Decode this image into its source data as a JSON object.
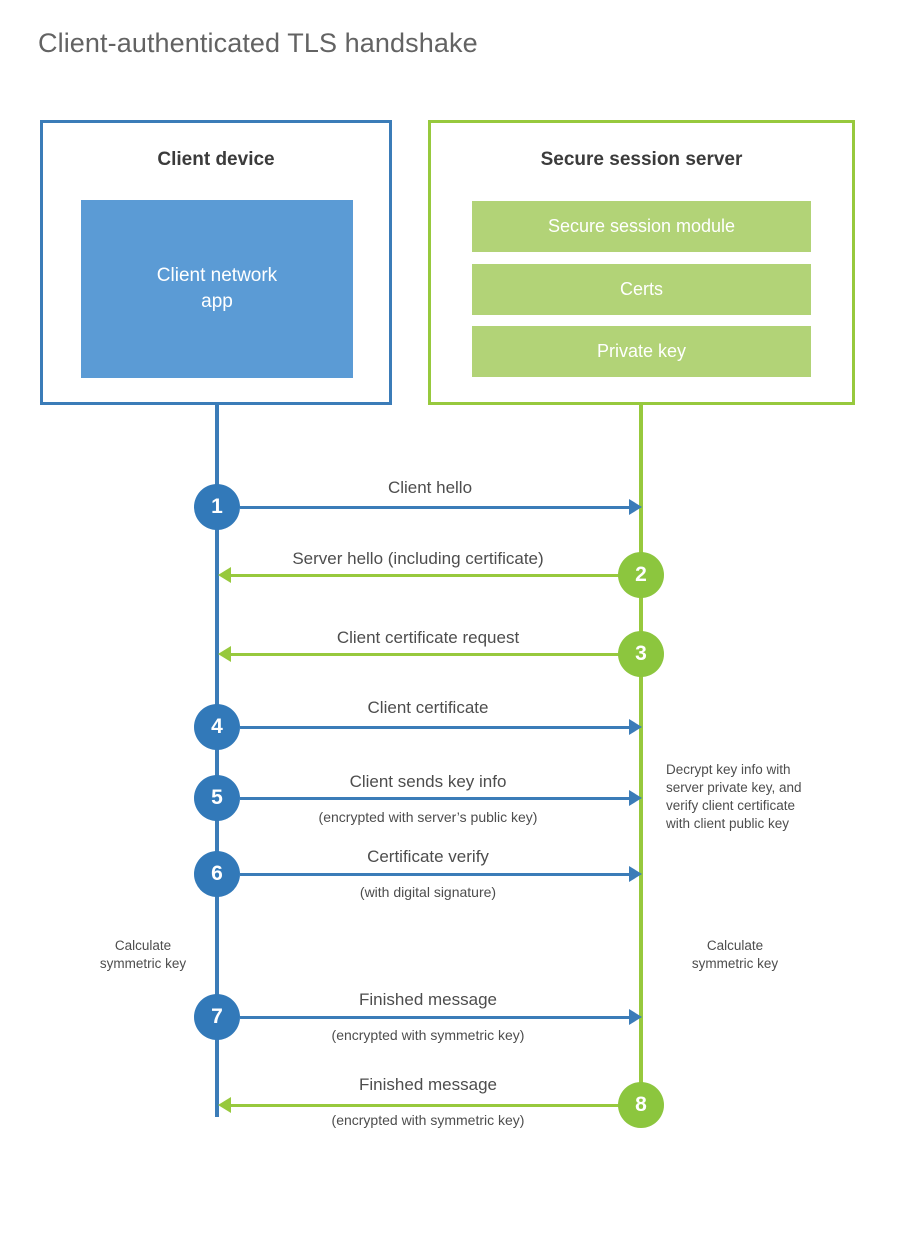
{
  "title": "Client-authenticated TLS handshake",
  "colors": {
    "client_accent": "#3b7cb8",
    "client_app_fill": "#5b9bd5",
    "server_accent": "#97c93d",
    "server_bar_fill": "#b2d377",
    "step_blue": "#3279b9",
    "step_green": "#8cc63e",
    "text": "#4d4d4d",
    "title_text": "#636363",
    "background": "#ffffff"
  },
  "client": {
    "title": "Client device",
    "app_label": "Client network\napp"
  },
  "server": {
    "title": "Secure session server",
    "bars": [
      {
        "label": "Secure session module"
      },
      {
        "label": "Certs"
      },
      {
        "label": "Private key"
      }
    ]
  },
  "steps": [
    {
      "number": "1",
      "label": "Client hello",
      "sublabel": "",
      "direction": "client-to-server",
      "color": "blue"
    },
    {
      "number": "2",
      "label": "Server hello (including certificate)",
      "sublabel": "",
      "direction": "server-to-client",
      "color": "green"
    },
    {
      "number": "3",
      "label": "Client certificate request",
      "sublabel": "",
      "direction": "server-to-client",
      "color": "green"
    },
    {
      "number": "4",
      "label": "Client certificate",
      "sublabel": "",
      "direction": "client-to-server",
      "color": "blue"
    },
    {
      "number": "5",
      "label": "Client sends key info",
      "sublabel": "(encrypted with server’s public key)",
      "direction": "client-to-server",
      "color": "blue"
    },
    {
      "number": "6",
      "label": "Certificate verify",
      "sublabel": "(with digital signature)",
      "direction": "client-to-server",
      "color": "blue"
    },
    {
      "number": "7",
      "label": "Finished message",
      "sublabel": "(encrypted with symmetric key)",
      "direction": "client-to-server",
      "color": "blue"
    },
    {
      "number": "8",
      "label": "Finished message",
      "sublabel": "(encrypted with symmetric key)",
      "direction": "server-to-client",
      "color": "green"
    }
  ],
  "notes": {
    "server_decrypt": "Decrypt key info with\nserver private key, and\nverify client certificate\nwith client public key",
    "client_calculate": "Calculate\nsymmetric key",
    "server_calculate": "Calculate\nsymmetric key"
  }
}
